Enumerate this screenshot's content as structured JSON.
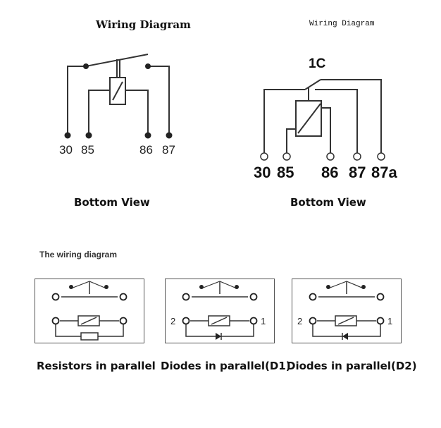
{
  "top_left": {
    "title": "Wiring Diagram",
    "pins": [
      "30",
      "85",
      "86",
      "87"
    ],
    "caption": "Bottom View"
  },
  "top_right": {
    "title": "Wiring Diagram",
    "type_label": "1C",
    "pins": [
      "30",
      "85",
      "86",
      "87",
      "87a"
    ],
    "caption": "Bottom View"
  },
  "bottom": {
    "title": "The wiring diagram",
    "panels": [
      {
        "caption": "Resistors in parallel",
        "left_label": "",
        "right_label": ""
      },
      {
        "caption": "Diodes in parallel(D1)",
        "left_label": "2",
        "right_label": "1"
      },
      {
        "caption": "Diodes in parallel(D2)",
        "left_label": "2",
        "right_label": "1"
      }
    ]
  },
  "colors": {
    "line": "#333333",
    "text": "#111111"
  }
}
